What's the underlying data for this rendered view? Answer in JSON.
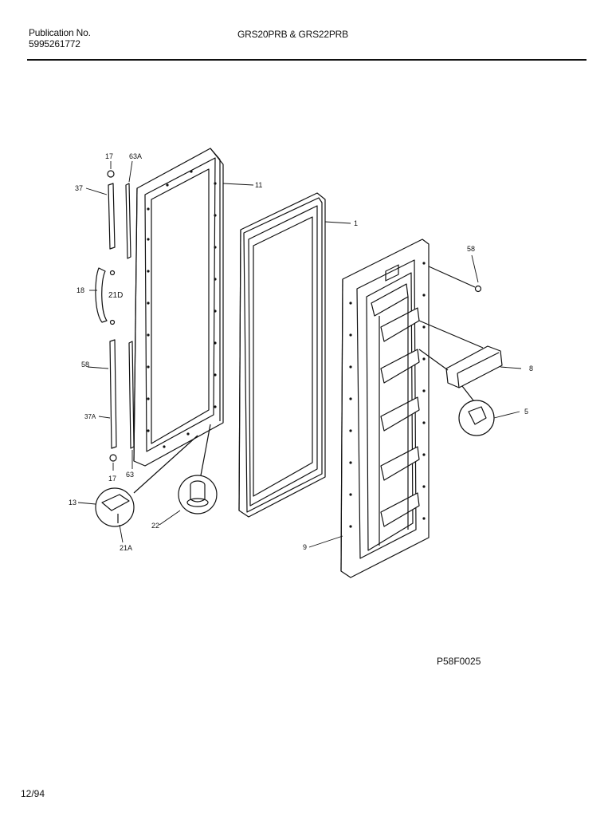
{
  "header": {
    "publication_label": "Publication No.",
    "publication_number": "5995261772",
    "models": "GRS20PRB & GRS22PRB"
  },
  "callouts": {
    "c17_top": "17",
    "c63A": "63A",
    "c37": "37",
    "c11": "11",
    "c1": "1",
    "c58_right": "58",
    "c18": "18",
    "c21D": "21D",
    "c58_left": "58",
    "c8": "8",
    "c5": "5",
    "c37A": "37A",
    "c17_bottom": "17",
    "c63": "63",
    "c13": "13",
    "c22": "22",
    "c21A": "21A",
    "c9": "9"
  },
  "footer": {
    "diagram_code": "P58F0025",
    "date": "12/94"
  }
}
